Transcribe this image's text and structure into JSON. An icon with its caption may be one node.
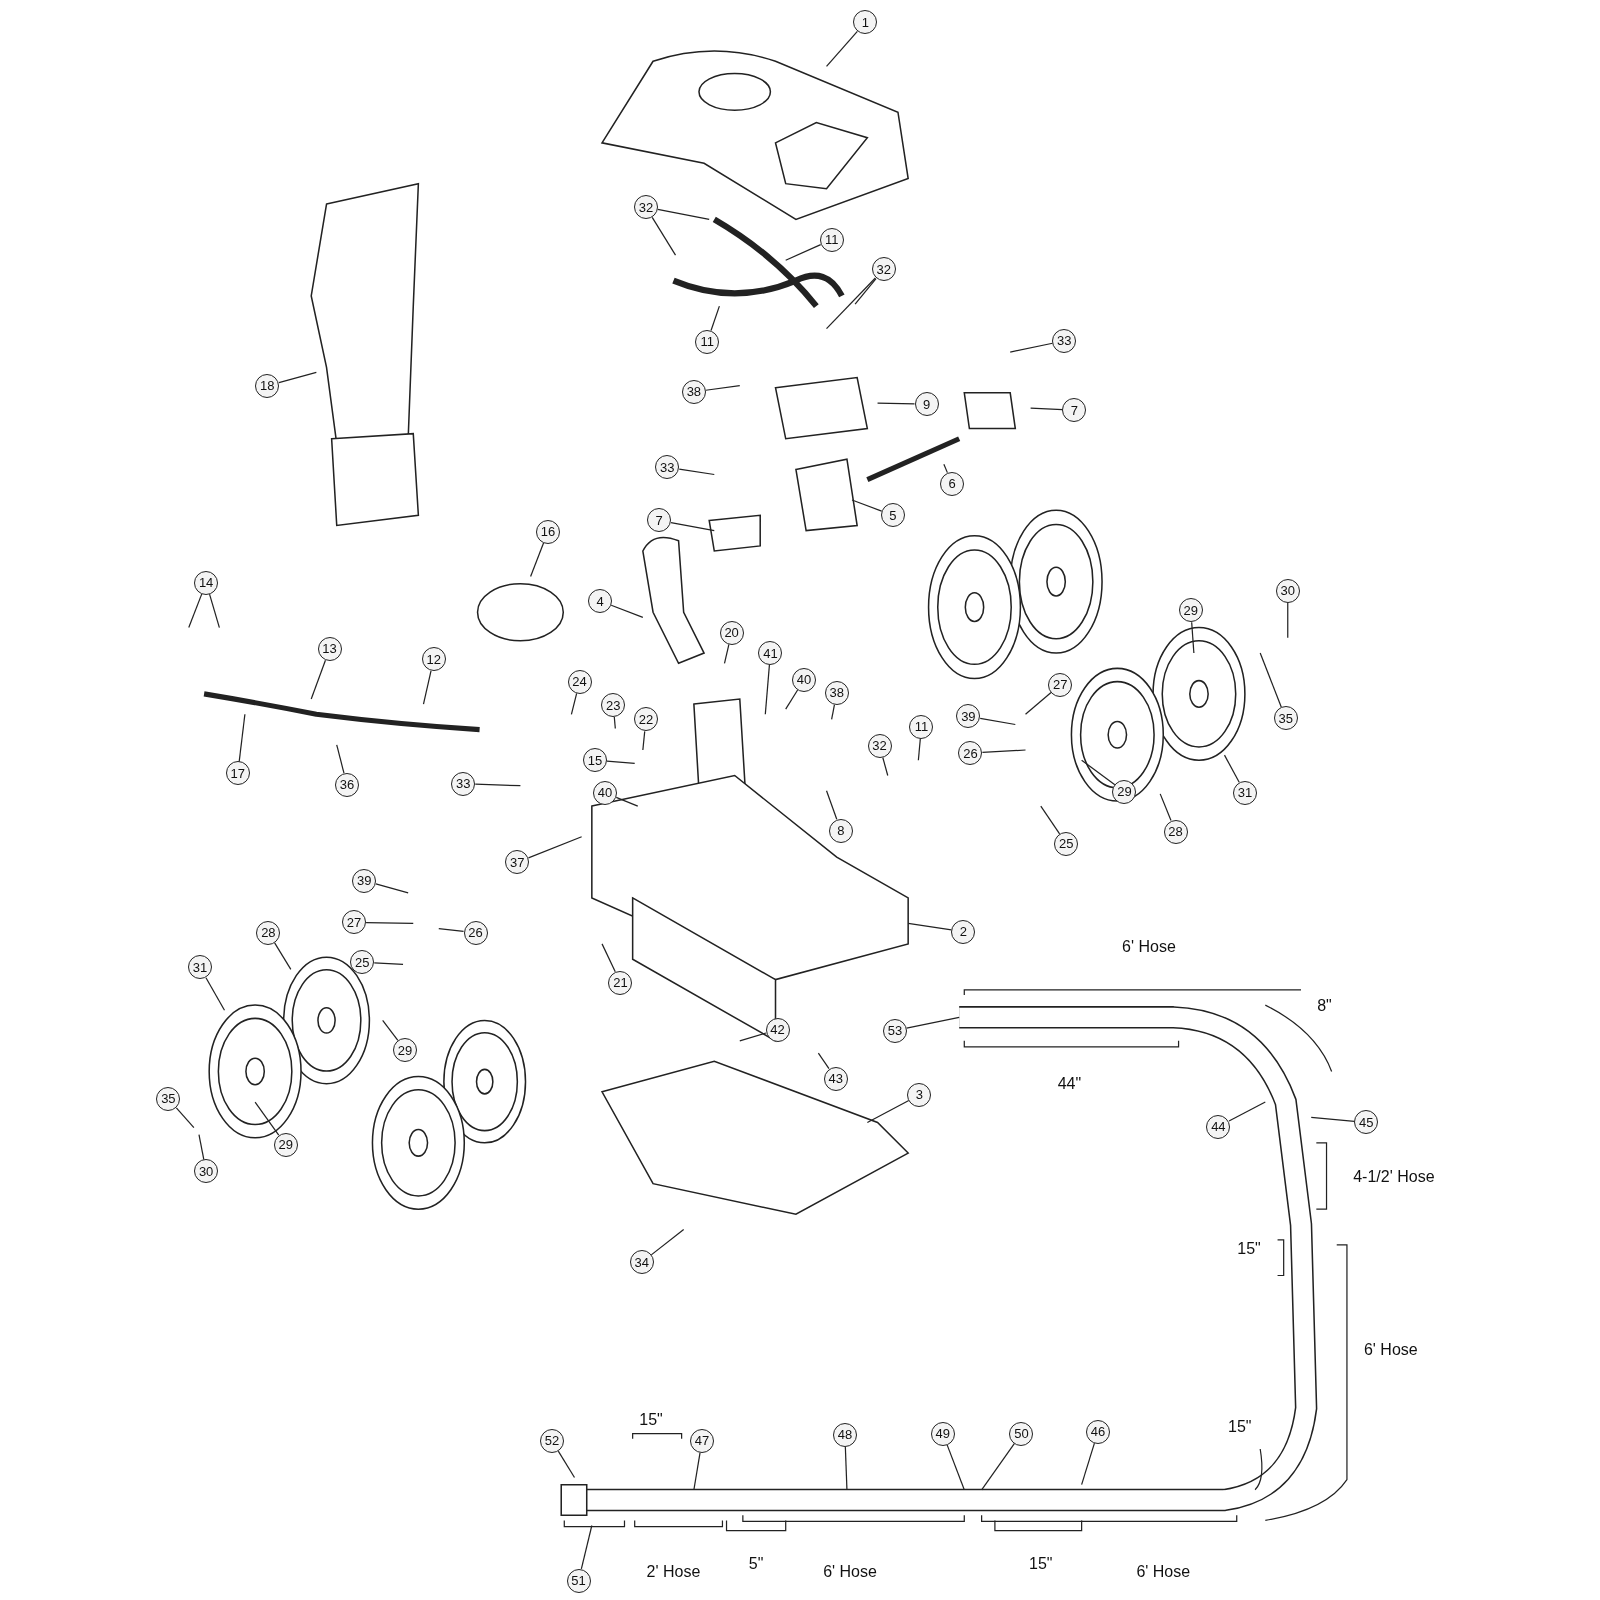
{
  "diagram": {
    "nodes": [
      {
        "text": [
          "1"
        ]
      },
      {
        "text": [
          "32"
        ]
      },
      {
        "text": [
          "11"
        ]
      },
      {
        "text": [
          "32"
        ]
      },
      {
        "text": [
          "11"
        ]
      },
      {
        "text": [
          "18"
        ]
      },
      {
        "text": [
          "38"
        ]
      },
      {
        "text": [
          "9"
        ]
      },
      {
        "text": [
          "33"
        ]
      },
      {
        "text": [
          "7"
        ]
      },
      {
        "text": [
          "33"
        ]
      },
      {
        "text": [
          "6"
        ]
      },
      {
        "text": [
          "5"
        ]
      },
      {
        "text": [
          "7"
        ]
      },
      {
        "text": [
          "16"
        ]
      },
      {
        "text": [
          "14"
        ]
      },
      {
        "text": [
          "4"
        ]
      },
      {
        "text": [
          "20"
        ]
      },
      {
        "text": [
          "41"
        ]
      },
      {
        "text": [
          "40"
        ]
      },
      {
        "text": [
          "38"
        ]
      },
      {
        "text": [
          "13"
        ]
      },
      {
        "text": [
          "12"
        ]
      },
      {
        "text": [
          "24"
        ]
      },
      {
        "text": [
          "23"
        ]
      },
      {
        "text": [
          "22"
        ]
      },
      {
        "text": [
          "15"
        ]
      },
      {
        "text": [
          "40"
        ]
      },
      {
        "text": [
          "33"
        ]
      },
      {
        "text": [
          "17"
        ]
      },
      {
        "text": [
          "36"
        ]
      },
      {
        "text": [
          "32"
        ]
      },
      {
        "text": [
          "11"
        ]
      },
      {
        "text": [
          "8"
        ]
      },
      {
        "text": [
          "39"
        ]
      },
      {
        "text": [
          "27"
        ]
      },
      {
        "text": [
          "26"
        ]
      },
      {
        "text": [
          "25"
        ]
      },
      {
        "text": [
          "29"
        ]
      },
      {
        "text": [
          "30"
        ]
      },
      {
        "text": [
          "35"
        ]
      },
      {
        "text": [
          "31"
        ]
      },
      {
        "text": [
          "29"
        ]
      },
      {
        "text": [
          "28"
        ]
      },
      {
        "text": [
          "37"
        ]
      },
      {
        "text": [
          "39"
        ]
      },
      {
        "text": [
          "27"
        ]
      },
      {
        "text": [
          "26"
        ]
      },
      {
        "text": [
          "25"
        ]
      },
      {
        "text": [
          "28"
        ]
      },
      {
        "text": [
          "31"
        ]
      },
      {
        "text": [
          "2"
        ]
      },
      {
        "text": [
          "21"
        ]
      },
      {
        "text": [
          "53"
        ]
      },
      {
        "text": [
          "42"
        ]
      },
      {
        "text": [
          "43"
        ]
      },
      {
        "text": [
          "29"
        ]
      },
      {
        "text": [
          "3"
        ]
      },
      {
        "text": [
          "35"
        ]
      },
      {
        "text": [
          "29"
        ]
      },
      {
        "text": [
          "30"
        ]
      },
      {
        "text": [
          "44"
        ]
      },
      {
        "text": [
          "45"
        ]
      },
      {
        "text": [
          "34"
        ]
      },
      {
        "text": [
          "52"
        ]
      },
      {
        "text": [
          "47"
        ]
      },
      {
        "text": [
          "48"
        ]
      },
      {
        "text": [
          "49"
        ]
      },
      {
        "text": [
          "50"
        ]
      },
      {
        "text": [
          "46"
        ]
      },
      {
        "text": [
          "51"
        ]
      }
    ],
    "edges": [
      {
        "from": 0,
        "to": null,
        "arrow": "none"
      },
      {
        "from": 1,
        "to": null,
        "arrow": "none"
      },
      {
        "from": 1,
        "to": null,
        "arrow": "none"
      },
      {
        "from": 2,
        "to": null,
        "arrow": "none"
      },
      {
        "from": 3,
        "to": null,
        "arrow": "none"
      },
      {
        "from": 3,
        "to": null,
        "arrow": "none"
      },
      {
        "from": 4,
        "to": null,
        "arrow": "none"
      },
      {
        "from": 5,
        "to": null,
        "arrow": "none"
      },
      {
        "from": 6,
        "to": null,
        "arrow": "none"
      },
      {
        "from": 7,
        "to": null,
        "arrow": "none"
      },
      {
        "from": 8,
        "to": null,
        "arrow": "none"
      },
      {
        "from": 9,
        "to": null,
        "arrow": "none"
      },
      {
        "from": 10,
        "to": null,
        "arrow": "none"
      },
      {
        "from": 11,
        "to": null,
        "arrow": "none"
      },
      {
        "from": 12,
        "to": null,
        "arrow": "none"
      },
      {
        "from": 13,
        "to": null,
        "arrow": "none"
      },
      {
        "from": 14,
        "to": null,
        "arrow": "none"
      },
      {
        "from": 15,
        "to": null,
        "arrow": "none"
      },
      {
        "from": 15,
        "to": null,
        "arrow": "none"
      },
      {
        "from": 16,
        "to": null,
        "arrow": "none"
      },
      {
        "from": 17,
        "to": null,
        "arrow": "none"
      },
      {
        "from": 18,
        "to": null,
        "arrow": "none"
      },
      {
        "from": 19,
        "to": null,
        "arrow": "none"
      },
      {
        "from": 20,
        "to": null,
        "arrow": "none"
      },
      {
        "from": 21,
        "to": null,
        "arrow": "none"
      },
      {
        "from": 22,
        "to": null,
        "arrow": "none"
      },
      {
        "from": 23,
        "to": null,
        "arrow": "none"
      },
      {
        "from": 24,
        "to": null,
        "arrow": "none"
      },
      {
        "from": 25,
        "to": null,
        "arrow": "none"
      },
      {
        "from": 26,
        "to": null,
        "arrow": "none"
      },
      {
        "from": 27,
        "to": null,
        "arrow": "none"
      },
      {
        "from": 28,
        "to": null,
        "arrow": "none"
      },
      {
        "from": 29,
        "to": null,
        "arrow": "none"
      },
      {
        "from": 30,
        "to": null,
        "arrow": "none"
      },
      {
        "from": 31,
        "to": null,
        "arrow": "none"
      },
      {
        "from": 32,
        "to": null,
        "arrow": "none"
      },
      {
        "from": 33,
        "to": null,
        "arrow": "none"
      },
      {
        "from": 34,
        "to": null,
        "arrow": "none"
      },
      {
        "from": 35,
        "to": null,
        "arrow": "none"
      },
      {
        "from": 36,
        "to": null,
        "arrow": "none"
      },
      {
        "from": 37,
        "to": null,
        "arrow": "none"
      },
      {
        "from": 38,
        "to": null,
        "arrow": "none"
      },
      {
        "from": 39,
        "to": null,
        "arrow": "none"
      },
      {
        "from": 40,
        "to": null,
        "arrow": "none"
      },
      {
        "from": 41,
        "to": null,
        "arrow": "none"
      },
      {
        "from": 42,
        "to": null,
        "arrow": "none"
      },
      {
        "from": 43,
        "to": null,
        "arrow": "none"
      },
      {
        "from": 44,
        "to": null,
        "arrow": "none"
      },
      {
        "from": 45,
        "to": null,
        "arrow": "none"
      },
      {
        "from": 46,
        "to": null,
        "arrow": "none"
      },
      {
        "from": 47,
        "to": null,
        "arrow": "none"
      },
      {
        "from": 48,
        "to": null,
        "arrow": "none"
      },
      {
        "from": 49,
        "to": null,
        "arrow": "none"
      },
      {
        "from": 50,
        "to": null,
        "arrow": "none"
      },
      {
        "from": 51,
        "to": null,
        "arrow": "none"
      },
      {
        "from": 52,
        "to": null,
        "arrow": "none"
      },
      {
        "from": 53,
        "to": null,
        "arrow": "none"
      },
      {
        "from": 54,
        "to": null,
        "arrow": "none"
      },
      {
        "from": 55,
        "to": null,
        "arrow": "none"
      },
      {
        "from": 56,
        "to": null,
        "arrow": "none"
      },
      {
        "from": 57,
        "to": null,
        "arrow": "none"
      },
      {
        "from": 58,
        "to": null,
        "arrow": "none"
      },
      {
        "from": 59,
        "to": null,
        "arrow": "none"
      },
      {
        "from": 60,
        "to": null,
        "arrow": "none"
      },
      {
        "from": 61,
        "to": null,
        "arrow": "none"
      },
      {
        "from": 62,
        "to": null,
        "arrow": "none"
      },
      {
        "from": 63,
        "to": null,
        "arrow": "none"
      },
      {
        "from": 64,
        "to": null,
        "arrow": "none"
      },
      {
        "from": 65,
        "to": null,
        "arrow": "none"
      },
      {
        "from": 66,
        "to": null,
        "arrow": "none"
      },
      {
        "from": 67,
        "to": null,
        "arrow": "none"
      },
      {
        "from": 68,
        "to": null,
        "arrow": "none"
      },
      {
        "from": 69,
        "to": null,
        "arrow": "none"
      },
      {
        "from": 70,
        "to": null,
        "arrow": "none"
      }
    ],
    "labels": [
      "6' Hose",
      "8\"",
      "44\"",
      "4-1/2' Hose",
      "15\"",
      "6' Hose",
      "15\"",
      "15\"",
      "2' Hose",
      "5\"",
      "6' Hose",
      "15\"",
      "6' Hose"
    ]
  }
}
